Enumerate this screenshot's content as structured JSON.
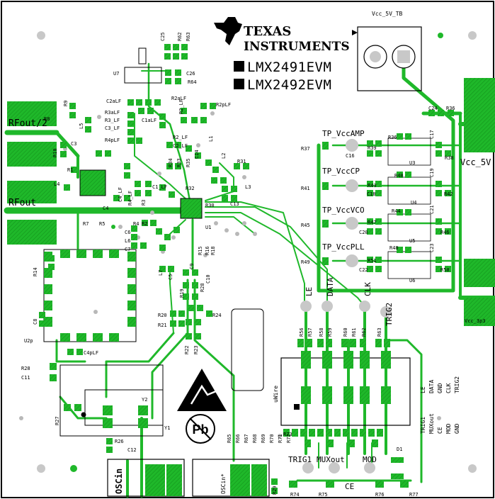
{
  "board": {
    "brand_line1": "TEXAS",
    "brand_line2": "INSTRUMENTS",
    "product_1": "LMX2491EVM",
    "product_2": "LMX2492EVM",
    "power_connector": "Vcc_5V_TB"
  },
  "ports": {
    "rfout_half": "RFout/2",
    "rfout": "RFout",
    "vcc_5v": "Vcc_5V",
    "vcc_3p3": "Vcc_3p3",
    "oscin": "OSCin",
    "oscin_star": "OSCin*",
    "uwire": "uWire"
  },
  "test_points": {
    "vccamp": "TP_VccAMP",
    "vcccp": "TP_VccCP",
    "vccvco": "TP_VccVCO",
    "vccpll": "TP_VccPLL",
    "le": "LE",
    "data": "DATA",
    "clk": "CLK",
    "trig2": "TRIG2",
    "trig1": "TRIG1",
    "muxout": "MUXout",
    "mod": "MOD",
    "ce": "CE"
  },
  "uwire_pins_col1": [
    "LE",
    "DATA",
    "GND",
    "CLK",
    "TRIG2"
  ],
  "uwire_pins_col2": [
    "TRIG1",
    "MUXout",
    "CE",
    "MOD",
    "GND"
  ],
  "refdes": [
    "C25",
    "R62",
    "R63",
    "U7",
    "C26",
    "R64",
    "C2aLF",
    "R2aLF",
    "R2_LF",
    "R2pLF",
    "C1aLF",
    "R3aLF",
    "R3_LF",
    "C3_LF",
    "R4pLF",
    "C3",
    "R9",
    "R8",
    "R10",
    "L5",
    "R1",
    "L4",
    "C4",
    "R7",
    "R5",
    "C4_LF",
    "R4_LF",
    "R3",
    "R4",
    "R2",
    "C6",
    "L6",
    "C7",
    "L7",
    "C5",
    "R15",
    "R16",
    "R18",
    "U1",
    "C1_LF",
    "R32",
    "R30",
    "C13",
    "L3",
    "R31",
    "L2",
    "R34",
    "R33",
    "R35",
    "C14",
    "L1",
    "R2_LF2",
    "C2_LF",
    "R14",
    "C8",
    "U2p",
    "C4pLF",
    "R19",
    "R28",
    "C10",
    "C9",
    "R20",
    "R21",
    "R24",
    "R22",
    "R23",
    "R28b",
    "C11",
    "R27",
    "Y2",
    "Y1",
    "R26",
    "C12",
    "R29",
    "R36",
    "C17",
    "R39",
    "C16",
    "R37",
    "R38",
    "R40",
    "C19",
    "R43",
    "C18",
    "R41",
    "R42",
    "U3",
    "R44",
    "C21",
    "R47",
    "C20",
    "R45",
    "R46",
    "U4",
    "R48",
    "C23",
    "R51",
    "C22",
    "R49",
    "R50",
    "U5",
    "U6",
    "C24",
    "R36b",
    "R56",
    "R57",
    "R58",
    "R59",
    "R60",
    "R61",
    "R62b",
    "R63b",
    "R65",
    "R66",
    "R67",
    "R68",
    "R69",
    "R70",
    "R71",
    "R72",
    "R73",
    "R74",
    "R75",
    "R76",
    "R77",
    "D1"
  ]
}
